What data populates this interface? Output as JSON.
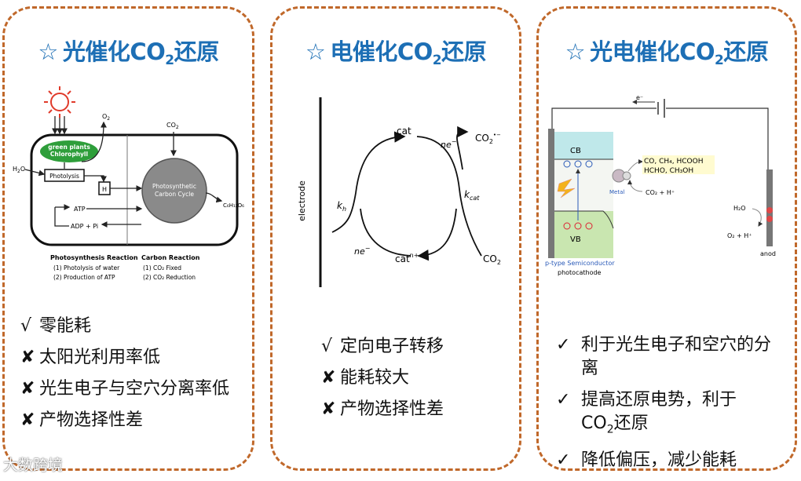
{
  "panels": [
    {
      "title_main": "光催化CO",
      "title_sub": "2",
      "title_tail": "还原",
      "star": "☆",
      "figure": {
        "o2": "O",
        "o2_sub": "2",
        "co2": "CO",
        "co2_sub": "2",
        "plants_line1": "green plants",
        "plants_line2": "Chlorophyll",
        "h2o": "H",
        "h2o_sub": "2",
        "h2o_tail": "O",
        "photolysis": "Photolysis",
        "h_box": "H",
        "cycle_line1": "Photosynthetic",
        "cycle_line2": "Carbon Cycle",
        "atp": "ATP",
        "adp": "ADP + Pi",
        "glucose": "C₆H₁₂O₆",
        "reaction_left_title": "Photosynthesis Reaction",
        "reaction_left_1": "(1) Photolysis of water",
        "reaction_left_2": "(2) Production of ATP",
        "reaction_right_title": "Carbon Reaction",
        "reaction_right_1": "(1) CO₂ Fixed",
        "reaction_right_2": "(2) CO₂ Reduction"
      },
      "points": [
        {
          "mark": "√",
          "text": "零能耗"
        },
        {
          "mark": "✘",
          "text": "太阳光利用率低"
        },
        {
          "mark": "✘",
          "text": "光生电子与空穴分离率低"
        },
        {
          "mark": "✘",
          "text": "产物选择性差"
        }
      ]
    },
    {
      "title_main": "电催化CO",
      "title_sub": "2",
      "title_tail": "还原",
      "star": "☆",
      "figure": {
        "electrode": "electrode",
        "cat_top": "cat",
        "cat_bottom": "cat",
        "cat_bottom_sup": "n+",
        "kh": "k",
        "kh_sub": "h",
        "kcat": "k",
        "kcat_sub": "cat",
        "ne_top": "ne",
        "ne_top_sup": "−",
        "ne_bottom": "ne",
        "ne_bottom_sup": "−",
        "co2_radical": "CO",
        "co2_radical_sub": "2",
        "co2_radical_sup": "•−",
        "co2_bottom": "CO",
        "co2_bottom_sub": "2"
      },
      "points": [
        {
          "mark": "√",
          "text": "定向电子转移"
        },
        {
          "mark": "✘",
          "text": "能耗较大"
        },
        {
          "mark": "✘",
          "text": "产物选择性差"
        }
      ]
    },
    {
      "title_main": "光电催化CO",
      "title_sub": "2",
      "title_tail": "还原",
      "star": "☆",
      "figure": {
        "electron": "e⁻",
        "cb": "CB",
        "vb": "VB",
        "metal": "Metal",
        "products_1": "CO, CH₄, HCOOH",
        "products_2": "HCHO, CH₃OH",
        "reactants": "CO₂ + H⁺",
        "h2o": "H₂O",
        "o2": "O₂ + H⁺",
        "anode": "anod",
        "semiconductor": "p-type Semiconductor",
        "photocathode": "photocathode"
      },
      "points": [
        {
          "mark": "✓",
          "text": "利于光生电子和空穴的分离"
        },
        {
          "mark": "✓",
          "text_a": "提高还原电势，利于",
          "text_b": "CO",
          "text_sub": "2",
          "text_c": "还原"
        },
        {
          "mark": "✓",
          "text": "降低偏压，减少能耗"
        }
      ]
    }
  ],
  "watermark": "大数跨境",
  "colors": {
    "title": "#1d6fb5",
    "border": "#c0682a",
    "cb_band": "#bfe8ea",
    "vb_band": "#c9e6b0",
    "plants": "#2e9e3a",
    "cycle": "#8a8a8a"
  }
}
